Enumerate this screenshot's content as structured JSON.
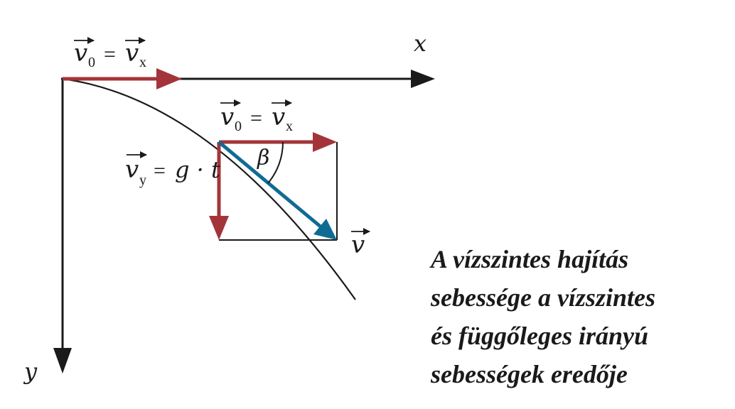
{
  "labels": {
    "x_axis": "x",
    "y_axis": "y",
    "v0_symbol": "v",
    "v0_sub": "0",
    "equals": "=",
    "vx_symbol": "v",
    "vx_sub": "x",
    "vy_symbol": "v",
    "vy_sub": "y",
    "vy_rhs": "g · t",
    "v_symbol": "v",
    "angle": "β"
  },
  "caption": {
    "lines": [
      "A vízszintes hajítás",
      "sebessége a vízszintes",
      "és függőleges irányú",
      "sebességek eredője"
    ]
  },
  "colors": {
    "axis": "#1a1a1a",
    "component_vectors": "#a3353a",
    "resultant_vector": "#0f6b94",
    "trajectory": "#1a1a1a"
  }
}
